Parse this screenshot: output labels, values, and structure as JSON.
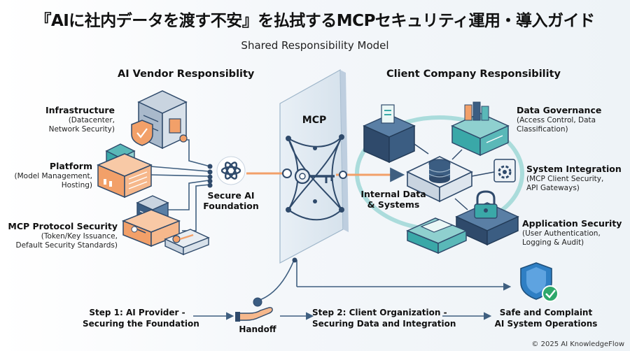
{
  "header": {
    "title": "『AIに社内データを渡す不安』を払拭するMCPセキュリティ運用・導入ガイド",
    "subtitle": "Shared Responsibility Model"
  },
  "vendor": {
    "heading": "AI Vendor Responsiblity",
    "items": [
      {
        "title": "Infrastructure",
        "desc1": "(Datacenter,",
        "desc2": "Network Security)"
      },
      {
        "title": "Platform",
        "desc1": "(Model Management,",
        "desc2": "Hosting)"
      },
      {
        "title": "MCP Protocol Security",
        "desc1": "(Token/Key Issuance,",
        "desc2": "Default Security Standards)"
      }
    ],
    "hub_label_1": "Secure AI",
    "hub_label_2": "Foundation"
  },
  "mcp": {
    "label": "MCP"
  },
  "client": {
    "heading": "Client Company Responsibility",
    "hub_label_1": "Internal Data",
    "hub_label_2": "& Systems",
    "items": [
      {
        "title": "Data Governance",
        "desc1": "(Access Control, Data",
        "desc2": "Classification)"
      },
      {
        "title": "System Integration",
        "desc1": "(MCP Client Security,",
        "desc2": "API Gateways)"
      },
      {
        "title": "Application Security",
        "desc1": "(User Authentication,",
        "desc2": "Logging & Audit)"
      }
    ]
  },
  "flow": {
    "step1_a": "Step 1: AI Provider -",
    "step1_b": "Securing the Foundation",
    "handoff": "Handoff",
    "step2_a": "Step 2: Client Organization -",
    "step2_b": "Securing Data and Integration",
    "result_a": "Safe and Complaint",
    "result_b": "AI System Operations"
  },
  "footer": {
    "copyright": "© 2025 AI KnowledgeFlow"
  },
  "colors": {
    "navy": "#2f4a6b",
    "teal": "#3aa8a8",
    "orange": "#f2a069",
    "blue": "#2f7fc4",
    "green": "#2ea86b"
  }
}
